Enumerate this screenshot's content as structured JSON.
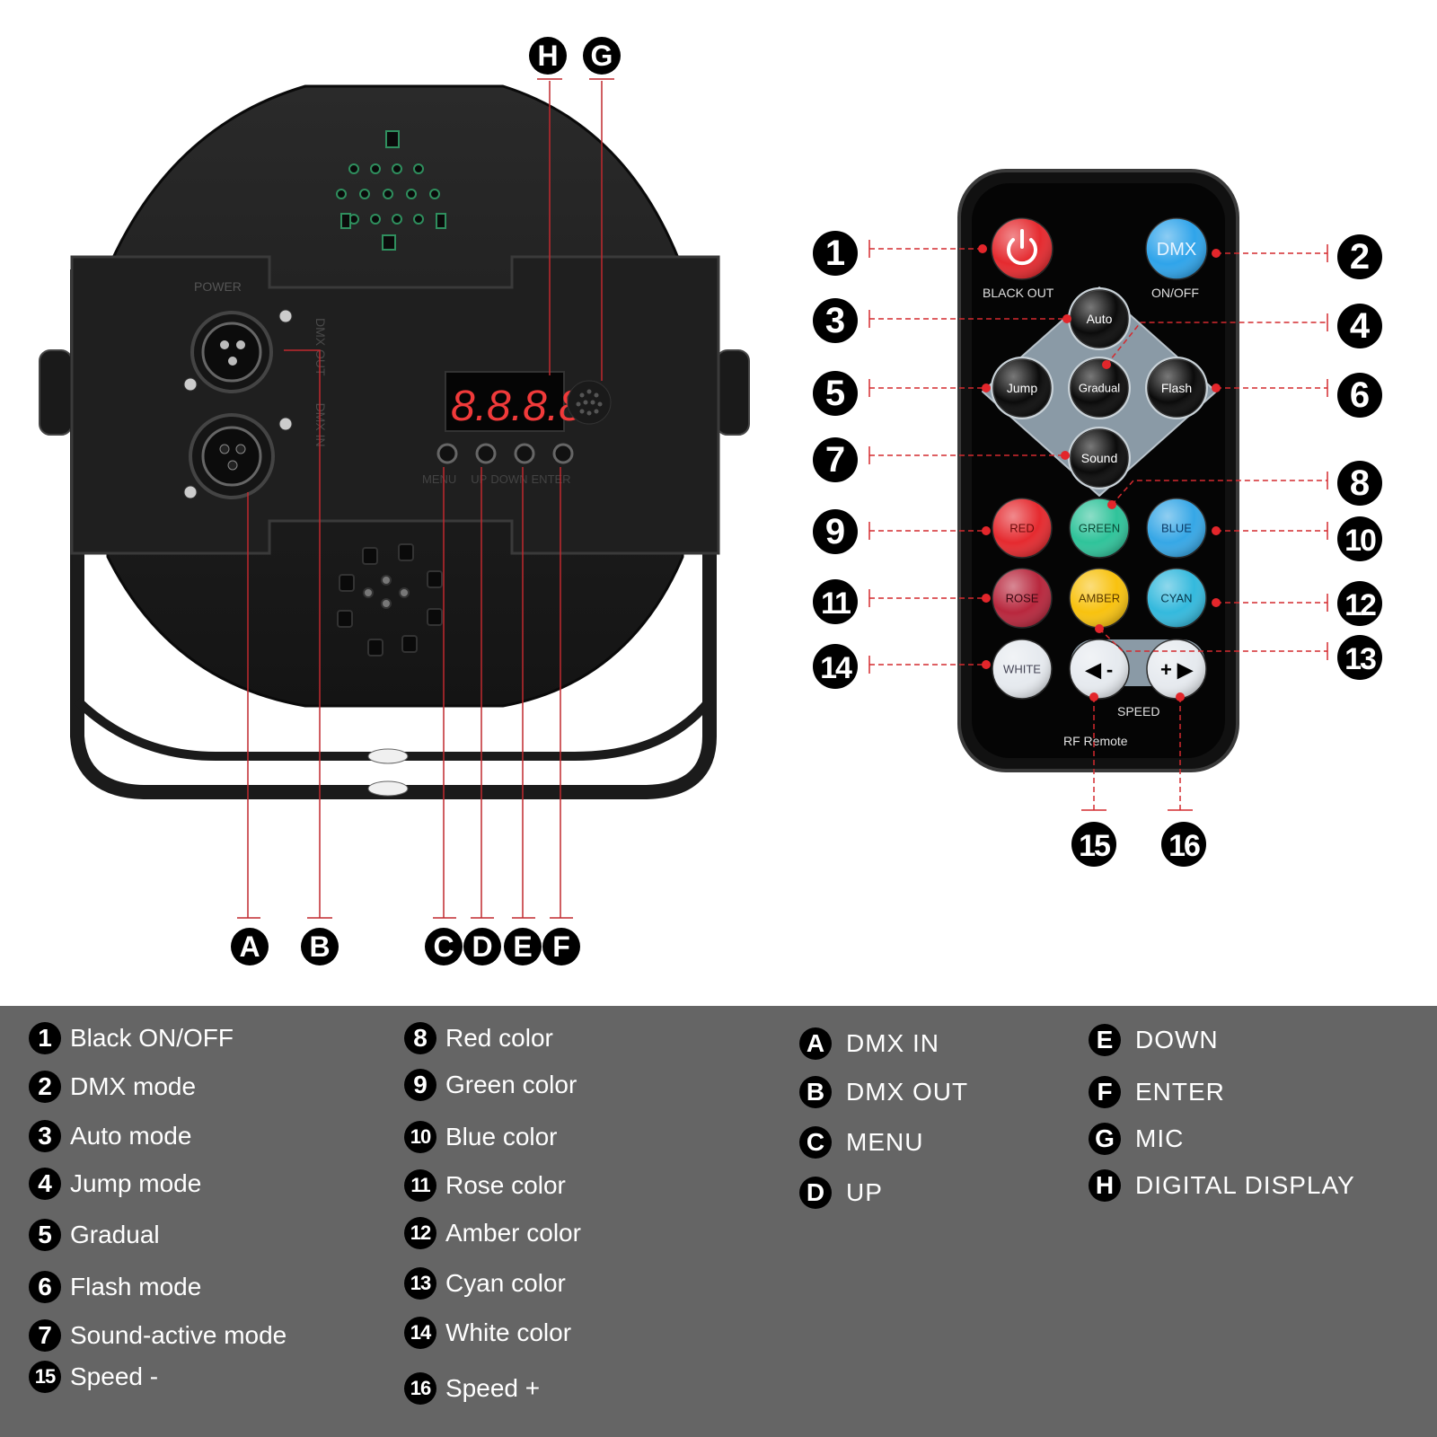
{
  "device": {
    "panel_labels": {
      "power": "POWER",
      "dmx_in": "DMX IN",
      "dmx_out": "DMX OUT",
      "menu": "MENU",
      "up": "UP",
      "down": "DOWN",
      "enter": "ENTER"
    },
    "display_text": "8.8.8.8."
  },
  "device_callouts": [
    {
      "id": "A",
      "label": "A"
    },
    {
      "id": "B",
      "label": "B"
    },
    {
      "id": "C",
      "label": "C"
    },
    {
      "id": "D",
      "label": "D"
    },
    {
      "id": "E",
      "label": "E"
    },
    {
      "id": "F",
      "label": "F"
    },
    {
      "id": "G",
      "label": "G"
    },
    {
      "id": "H",
      "label": "H"
    }
  ],
  "remote": {
    "power_label": "BLACK OUT",
    "dmx_button": "DMX",
    "dmx_label": "ON/OFF",
    "speed_label": "SPEED",
    "footer": "RF Remote",
    "buttons": {
      "auto": "Auto",
      "jump": "Jump",
      "gradual": "Gradual",
      "flash": "Flash",
      "sound": "Sound",
      "red": "RED",
      "green": "GREEN",
      "blue": "BLUE",
      "rose": "ROSE",
      "amber": "AMBER",
      "cyan": "CYAN",
      "white": "WHITE",
      "speed_minus": "◀ -",
      "speed_plus": "+ ▶"
    },
    "colors": {
      "red": "#e52a2f",
      "green": "#2fc39a",
      "blue": "#36a7e6",
      "rose": "#b8273d",
      "amber": "#f8c20f",
      "cyan": "#34b9dd",
      "white": "#e6eaef",
      "dmx": "#2fa4ea"
    }
  },
  "remote_callouts": [
    "1",
    "2",
    "3",
    "4",
    "5",
    "6",
    "7",
    "8",
    "9",
    "10",
    "11",
    "12",
    "13",
    "14",
    "15",
    "16"
  ],
  "legend": {
    "col1": [
      {
        "badge": "1",
        "text": "Black ON/OFF"
      },
      {
        "badge": "2",
        "text": "DMX mode"
      },
      {
        "badge": "3",
        "text": "Auto mode"
      },
      {
        "badge": "4",
        "text": "Jump mode"
      },
      {
        "badge": "5",
        "text": "Gradual"
      },
      {
        "badge": "6",
        "text": "Flash mode"
      },
      {
        "badge": "7",
        "text": "Sound-active mode"
      },
      {
        "badge": "15",
        "text": "Speed -"
      }
    ],
    "col2": [
      {
        "badge": "8",
        "text": "Red color"
      },
      {
        "badge": "9",
        "text": "Green color"
      },
      {
        "badge": "10",
        "text": "Blue color"
      },
      {
        "badge": "11",
        "text": "Rose color"
      },
      {
        "badge": "12",
        "text": "Amber color"
      },
      {
        "badge": "13",
        "text": "Cyan color"
      },
      {
        "badge": "14",
        "text": "White color"
      },
      {
        "badge": "16",
        "text": "Speed +"
      }
    ],
    "col3": [
      {
        "badge": "A",
        "text": "DMX IN"
      },
      {
        "badge": "B",
        "text": "DMX OUT"
      },
      {
        "badge": "C",
        "text": "MENU"
      },
      {
        "badge": "D",
        "text": "UP"
      }
    ],
    "col4": [
      {
        "badge": "E",
        "text": "DOWN"
      },
      {
        "badge": "F",
        "text": "ENTER"
      },
      {
        "badge": "G",
        "text": "MIC"
      },
      {
        "badge": "H",
        "text": "DIGITAL DISPLAY"
      }
    ]
  }
}
